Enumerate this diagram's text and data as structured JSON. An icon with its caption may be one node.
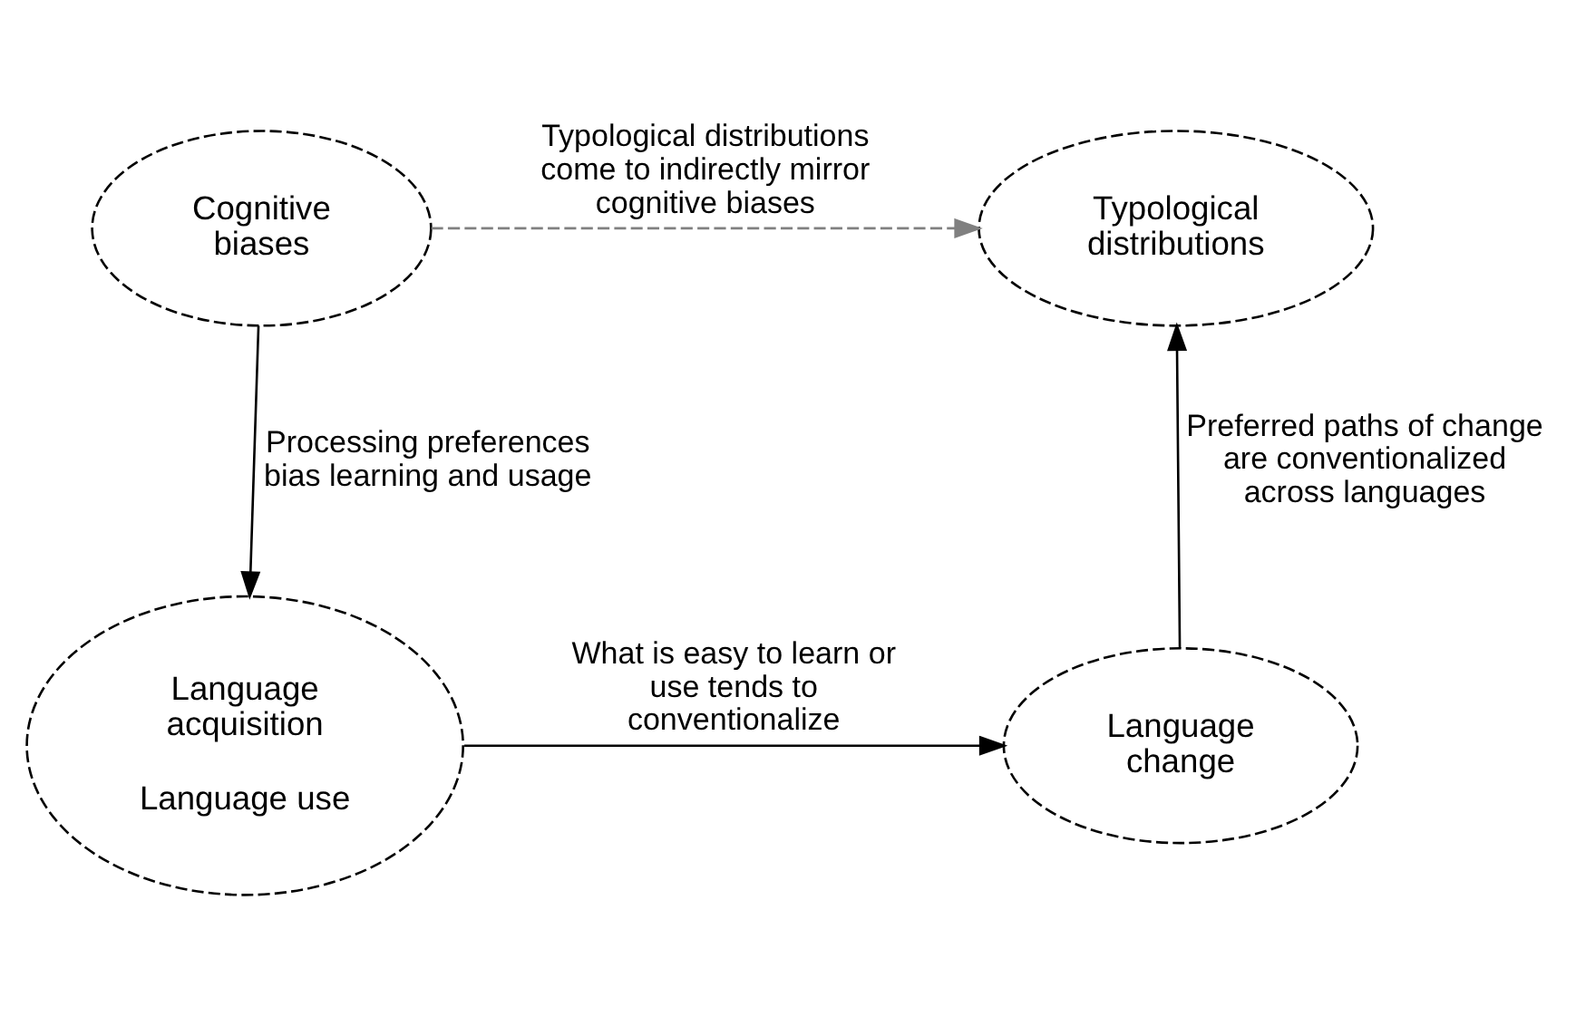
{
  "diagram": {
    "nodes": [
      {
        "text": [
          "Cognitive biases"
        ]
      },
      {
        "text": [
          "Typological distributions"
        ]
      },
      {
        "text": [
          "Language acquisition",
          "Language use"
        ]
      },
      {
        "text": [
          "Language change"
        ]
      }
    ],
    "edges": [
      {
        "from": 0,
        "to": 1,
        "arrow": "to",
        "style": "dashed",
        "color": "#808080",
        "label": "Typological distributions come to indirectly mirror cognitive biases"
      },
      {
        "from": 0,
        "to": 2,
        "arrow": "to",
        "label": "Processing preferences bias learning and usage"
      },
      {
        "from": 2,
        "to": 3,
        "arrow": "to",
        "label": "What is easy to learn or use tends to conventionalize"
      },
      {
        "from": 3,
        "to": 1,
        "arrow": "to",
        "label": "Preferred paths of change are conventionalized across languages"
      }
    ]
  }
}
